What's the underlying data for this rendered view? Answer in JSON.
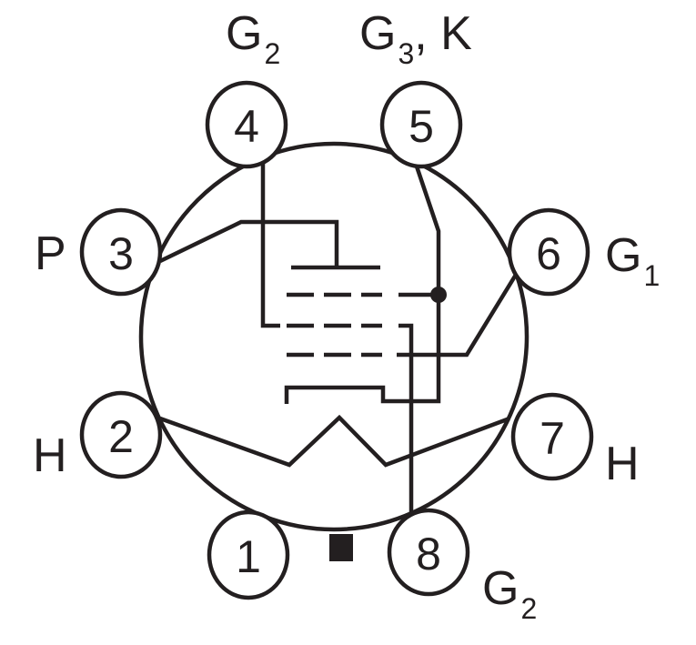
{
  "diagram": {
    "type": "vacuum-tube-pinout",
    "base": "octal",
    "colors": {
      "line": "#231f20",
      "background": "#ffffff"
    },
    "pins": [
      {
        "number": "1",
        "label": ""
      },
      {
        "number": "2",
        "label": "H"
      },
      {
        "number": "3",
        "label": "P"
      },
      {
        "number": "4",
        "label": "G",
        "sub": "2"
      },
      {
        "number": "5",
        "label": "G",
        "sub": "3",
        "suffix": ", K"
      },
      {
        "number": "6",
        "label": "G",
        "sub": "1"
      },
      {
        "number": "7",
        "label": "H"
      },
      {
        "number": "8",
        "label": "G",
        "sub": "2"
      }
    ]
  }
}
